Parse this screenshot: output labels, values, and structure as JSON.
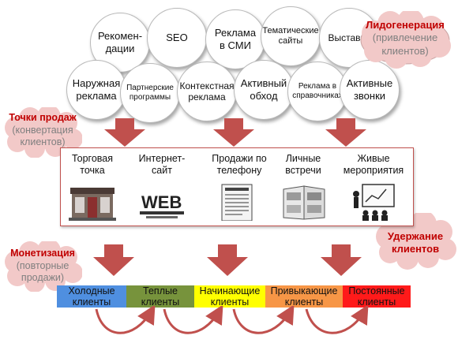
{
  "bubbles": [
    "Рекомен-\nдации",
    "SEO",
    "Реклама\nв СМИ",
    "Тематические\nсайты",
    "Выставки",
    "Наружная\nреклама",
    "Партнерские\nпрограммы",
    "Контекстная\nреклама",
    "Активный\nобход",
    "Реклама в\nсправочниках",
    "Активные\nзвонки"
  ],
  "clouds": {
    "lead": {
      "title": "Лидогенерация",
      "sub": "(привлечение\nклиентов)"
    },
    "sales": {
      "title": "Точки продаж",
      "sub": "(конвертация\nклиентов)"
    },
    "monet": {
      "title": "Монетизация",
      "sub": "(повторные\nпродажи)"
    },
    "retain": {
      "title": "Удержание\nклиентов"
    }
  },
  "channels": [
    "Торговая\nточка",
    "Интернет-\nсайт",
    "Продажи по\nтелефону",
    "Личные\nвстречи",
    "Живые\nмероприятия"
  ],
  "stages": [
    {
      "label": "Холодные\nклиенты",
      "color": "#4f8fe0"
    },
    {
      "label": "Теплые\nклиенты",
      "color": "#77933c"
    },
    {
      "label": "Начинающие\nклиенты",
      "color": "#ffff00"
    },
    {
      "label": "Привыкающие\nклиенты",
      "color": "#f79646"
    },
    {
      "label": "Постоянные\nклиенты",
      "color": "#ff1a1a"
    }
  ],
  "icons": [
    "store-icon",
    "web-icon",
    "document-icon",
    "brochure-icon",
    "presentation-icon"
  ],
  "colors": {
    "arrow": "#c0504d",
    "cloud": "#f2c9c8",
    "accent": "#c00000"
  }
}
